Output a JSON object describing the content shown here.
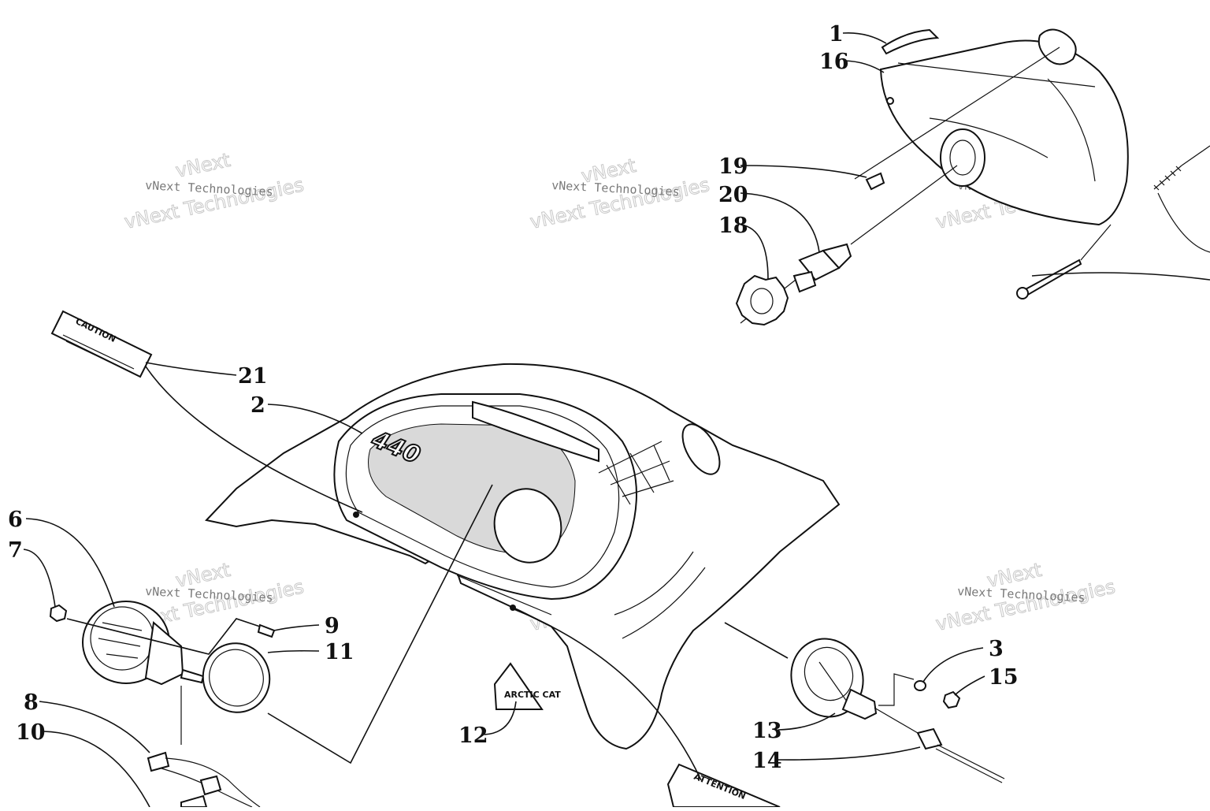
{
  "callouts": [
    {
      "id": "1",
      "label": "1"
    },
    {
      "id": "16",
      "label": "16"
    },
    {
      "id": "19",
      "label": "19"
    },
    {
      "id": "20",
      "label": "20"
    },
    {
      "id": "18",
      "label": "18"
    },
    {
      "id": "21",
      "label": "21"
    },
    {
      "id": "2",
      "label": "2"
    },
    {
      "id": "6",
      "label": "6"
    },
    {
      "id": "7",
      "label": "7"
    },
    {
      "id": "9",
      "label": "9"
    },
    {
      "id": "11",
      "label": "11"
    },
    {
      "id": "8",
      "label": "8"
    },
    {
      "id": "10",
      "label": "10"
    },
    {
      "id": "12",
      "label": "12"
    },
    {
      "id": "3",
      "label": "3"
    },
    {
      "id": "15",
      "label": "15"
    },
    {
      "id": "13",
      "label": "13"
    },
    {
      "id": "14",
      "label": "14"
    }
  ],
  "watermark": {
    "line1": "vNext Technologies",
    "line2": "Technologies",
    "line3": "vNext"
  },
  "decals": {
    "caution": "CAUTION",
    "attention": "ATTENTION",
    "arctic_cat": "ARCTIC CAT",
    "hood_logo": "440"
  }
}
